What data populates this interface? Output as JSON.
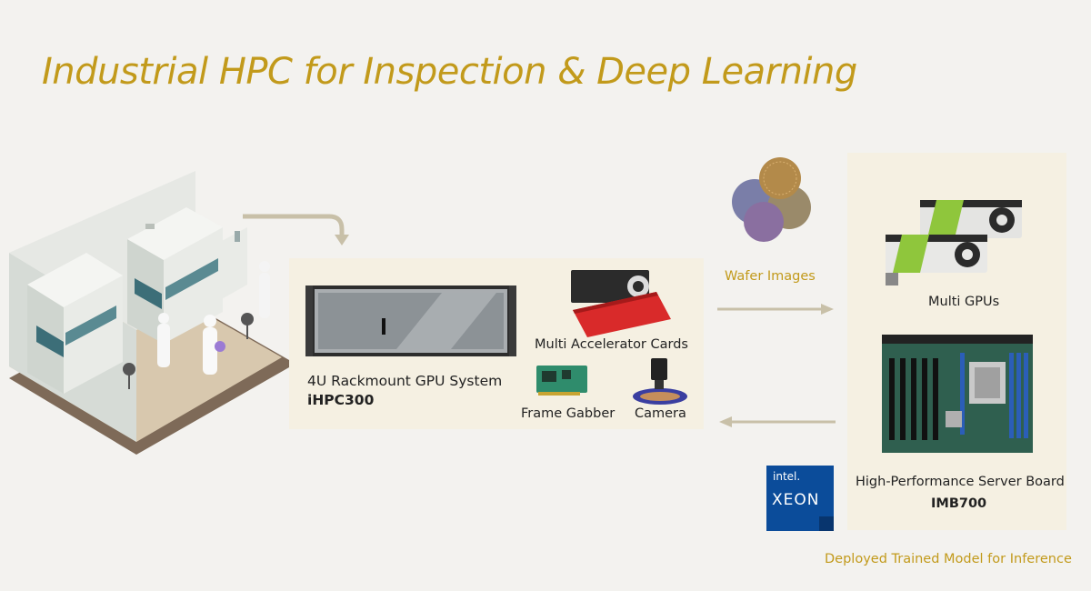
{
  "title": "Industrial HPC for Inspection & Deep Learning",
  "center": {
    "system_label": "4U Rackmount GPU System",
    "system_model": "iHPC300",
    "accelerator_label": "Multi Accelerator Cards",
    "frame_grabber_label": "Frame Gabber",
    "camera_label": "Camera"
  },
  "wafer_label": "Wafer Images",
  "right": {
    "gpus_label": "Multi GPUs",
    "board_label": "High-Performance Server Board",
    "board_model": "IMB700"
  },
  "intel_badge": {
    "brand": "intel.",
    "product": "XEON"
  },
  "deployed_label": "Deployed Trained Model for Inference",
  "colors": {
    "accent_gold": "#c29a1b",
    "panel": "#f5f0e2",
    "background": "#f3f2ef",
    "arrow": "#c8c0a8",
    "intel_blue": "#0b4c9a"
  }
}
